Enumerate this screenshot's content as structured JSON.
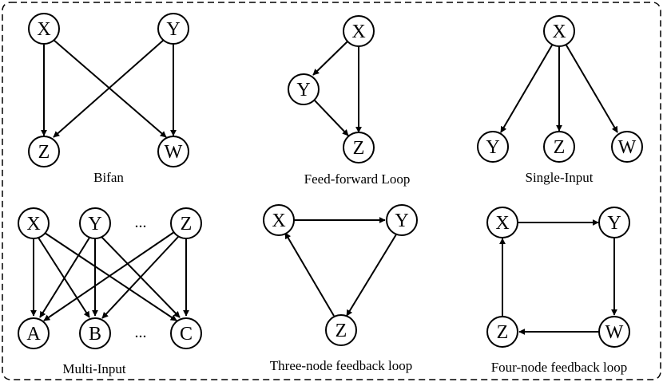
{
  "motifs": [
    {
      "caption": "Bifan",
      "nodes": [
        "X",
        "Y",
        "Z",
        "W"
      ]
    },
    {
      "caption": "Feed-forward Loop",
      "nodes": [
        "X",
        "Y",
        "Z"
      ]
    },
    {
      "caption": "Single-Input",
      "nodes": [
        "X",
        "Y",
        "Z",
        "W"
      ]
    },
    {
      "caption": "Multi-Input",
      "nodes": [
        "X",
        "Y",
        "Z",
        "A",
        "B",
        "C"
      ],
      "ellipsis": "..."
    },
    {
      "caption": "Three-node feedback loop",
      "nodes": [
        "X",
        "Y",
        "Z"
      ]
    },
    {
      "caption": "Four-node feedback loop",
      "nodes": [
        "X",
        "Y",
        "W",
        "Z"
      ]
    }
  ]
}
